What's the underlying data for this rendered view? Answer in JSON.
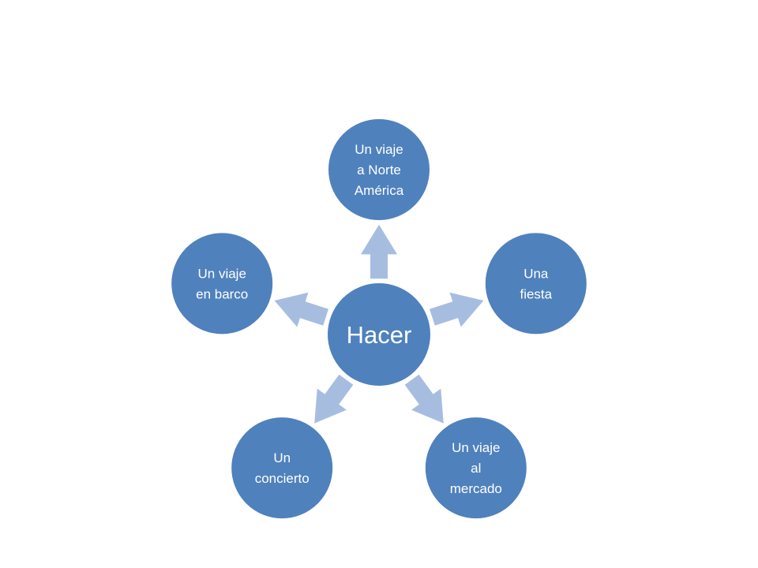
{
  "diagram": {
    "center": {
      "label": "Hacer"
    },
    "nodes": [
      {
        "id": "north-america",
        "lines": [
          "Un viaje",
          "a Norte",
          "América"
        ]
      },
      {
        "id": "party",
        "lines": [
          "Una",
          "fiesta"
        ]
      },
      {
        "id": "market",
        "lines": [
          "Un viaje",
          "al",
          "mercado"
        ]
      },
      {
        "id": "concert",
        "lines": [
          "Un",
          "concierto"
        ]
      },
      {
        "id": "boat",
        "lines": [
          "Un viaje",
          "en barco"
        ]
      }
    ],
    "colors": {
      "node_fill": "#4f81bd",
      "node_stroke": "#ffffff",
      "arrow_fill": "#a7bde0",
      "text": "#ffffff"
    }
  }
}
